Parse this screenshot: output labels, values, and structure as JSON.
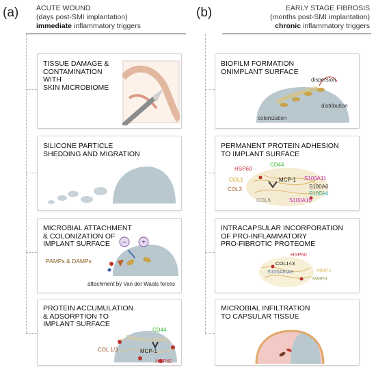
{
  "panel_a": {
    "label": "(a)",
    "header_line1": "ACUTE WOUND",
    "header_line2": "(days post-SMI implantation)",
    "header_bold": "immediate",
    "header_rest": " inflammatory triggers",
    "boxes": [
      {
        "title": "TISSUE DAMAGE &\nCONTAMINATION\nWITH\nSKIN MICROBIOME"
      },
      {
        "title": "SILICONE PARTICLE\nSHEDDING AND MIGRATION"
      },
      {
        "title": "MICROBIAL ATTACHMENT\n& COLONIZATION OF\nIMPLANT SURFACE",
        "labels": {
          "pamps": "PAMPs & DAMPs",
          "vdw": "attachment by Van der Waals forces",
          "minus": "−",
          "plus": "+"
        }
      },
      {
        "title": "PROTEIN ACCUMULATION\n& ADSORPTION TO\nIMPLANT SURFACE",
        "labels": {
          "cd44": "CD44",
          "col": "COL 1/3",
          "mcp": "MCP-1",
          "hsp": "HSP60"
        }
      }
    ]
  },
  "panel_b": {
    "label": "(b)",
    "header_line1": "EARLY STAGE FIBROSIS",
    "header_line2": "(months post-SMI implantation)",
    "header_bold": "chronic",
    "header_rest": " inflammatory triggers",
    "boxes": [
      {
        "title": "BIOFILM FORMATION\nONIMPLANT SURFACE",
        "labels": {
          "dispersion": "dispersion",
          "distribution": "distribution",
          "colonization": "colonization"
        }
      },
      {
        "title": "PERMANENT PROTEIN ADHESION\nTO IMPLANT SURFACE",
        "labels": {
          "hsp": "HSP60",
          "cd44": "CD44",
          "col1": "COL1",
          "mcp": "MCP-1",
          "s100a11": "S100A11",
          "s100a6": "S100A6",
          "col3": "COL3",
          "s100a4": "S100A4",
          "col6": "COL6",
          "s100a10": "S100A10"
        }
      },
      {
        "title": "INTRACAPSULAR INCORPORATION\nOF PRO-INFLAMMATORY\nPRO-FIBROTIC PROTEOME",
        "labels": {
          "hsp": "HSP60",
          "col": "COL1<3",
          "s100": "S100A8/A9",
          "mmp2": "MMP2",
          "mmp8": "MMP8"
        }
      },
      {
        "title": "MICROBIAL INFILTRATION\nTO CAPSULAR TISSUE"
      }
    ]
  },
  "colors": {
    "implant": "#b9c8cf",
    "bacteria": "#c9a24a",
    "red_dot": "#b8322b",
    "green": "#3fbf3f",
    "magenta": "#c832b4",
    "teal": "#2aa79a",
    "brown": "#a0521e",
    "pink_tissue": "#f2c9c4"
  }
}
